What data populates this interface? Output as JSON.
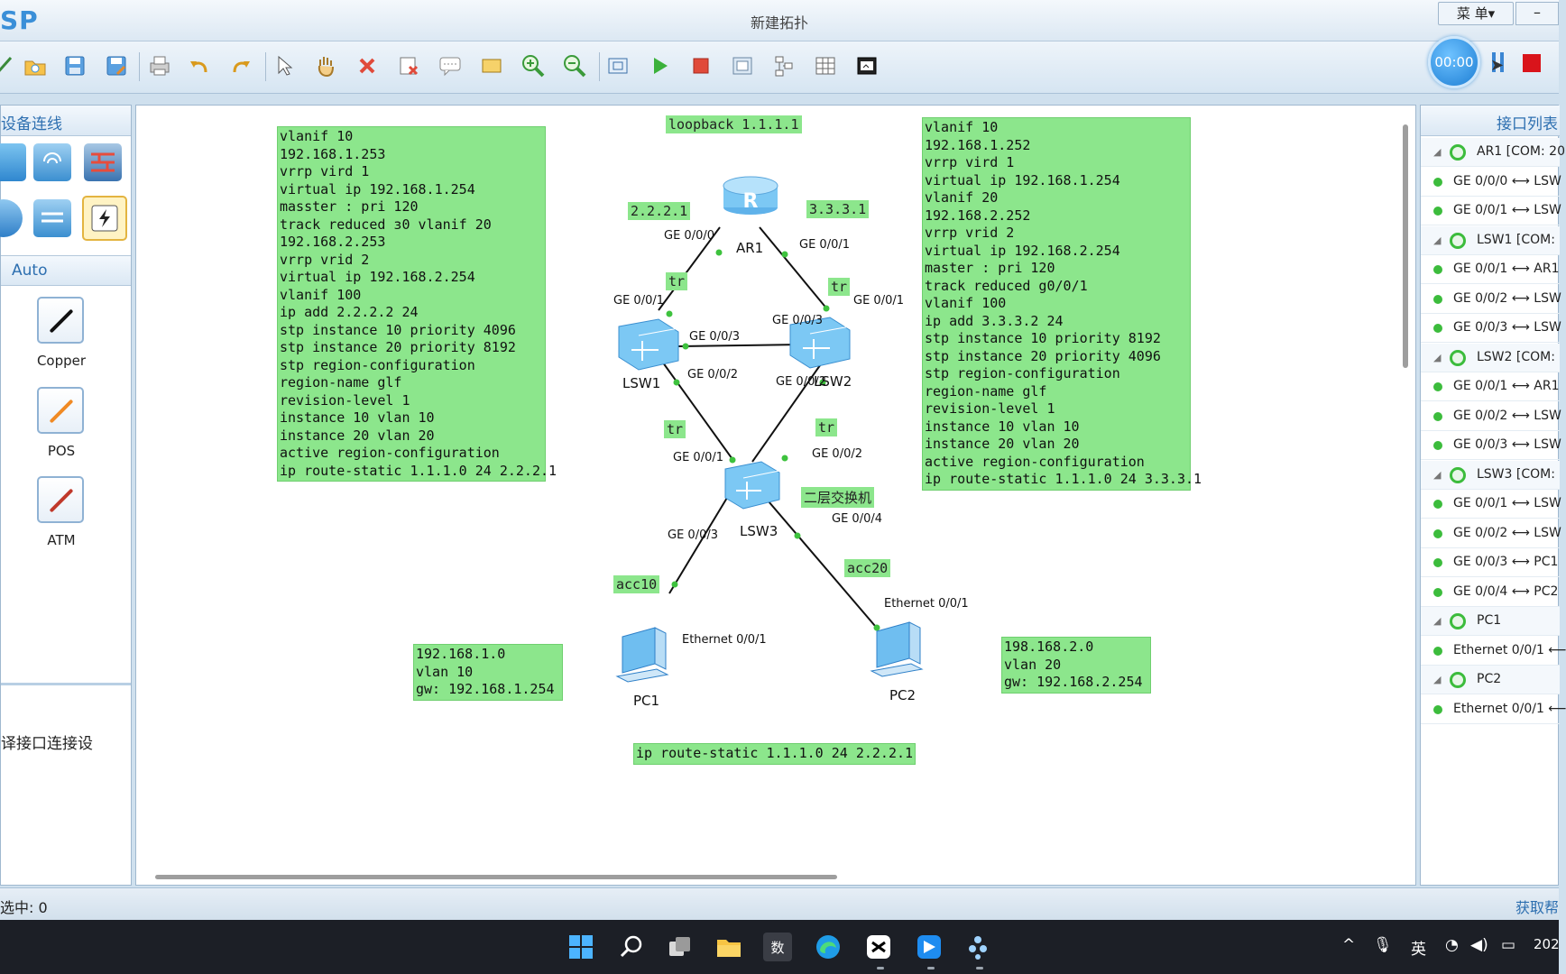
{
  "app": {
    "logo": "SP",
    "window_title": "新建拓扑",
    "menu_label": "菜 单▾",
    "minimize_label": "–"
  },
  "recorder": {
    "time": "00:00"
  },
  "toolbar": {
    "icons": [
      "connect-icon",
      "open-folder-icon",
      "save-icon",
      "save-as-icon",
      "print-icon",
      "undo-icon",
      "redo-icon",
      "select-pointer-icon",
      "pan-hand-icon",
      "delete-icon",
      "delete-link-icon",
      "text-note-icon",
      "rectangle-icon",
      "zoom-in-icon",
      "zoom-out-icon",
      "fit-topology-icon",
      "start-devices-icon",
      "stop-devices-icon",
      "capture-icon",
      "topology-icon",
      "table-icon",
      "screenshot-icon"
    ]
  },
  "left_panel": {
    "title": "设备连线",
    "auto_label": "Auto",
    "cables": [
      {
        "label": "Copper",
        "color": "#111111"
      },
      {
        "label": "POS",
        "color": "#f08a24"
      },
      {
        "label": "ATM",
        "color": "#c0392b"
      }
    ],
    "info_text": "译接口连接设"
  },
  "canvas": {
    "notes": {
      "lsw1_config": "vlanif 10\n192.168.1.253\nvrrp vird 1\nvirtual ip 192.168.1.254\nmasster : pri 120\ntrack reduced з0 vlanif 20\n192.168.2.253\nvrrp vrid 2\nvirtual ip 192.168.2.254\nvlanif 100\nip add 2.2.2.2 24\nstp instance 10 priority 4096\nstp instance 20 priority 8192\nstp region-configuration\nregion-name glf\nrevision-level 1\ninstance 10 vlan 10\ninstance 20 vlan 20\nactive region-configuration\nip route-static 1.1.1.0 24 2.2.2.1",
      "lsw2_config": "vlanif 10\n192.168.1.252\nvrrp vird 1\nvirtual ip 192.168.1.254\nvlanif 20\n192.168.2.252\nvrrp vrid 2\nvirtual ip 192.168.2.254\nmaster : pri 120\ntrack reduced g0/0/1\nvlanif 100\nip add 3.3.3.2 24\nstp instance 10 priority 8192\nstp instance 20 priority 4096\nstp region-configuration\nregion-name glf\nrevision-level 1\ninstance 10 vlan 10\ninstance 20 vlan 20\nactive region-configuration\nip route-static 1.1.1.0 24 3.3.3.1",
      "pc1_config": "192.168.1.0\nvlan 10\ngw: 192.168.1.254",
      "pc2_config": "198.168.2.0\nvlan 20\ngw: 192.168.2.254",
      "bottom_route": "ip route-static 1.1.1.0 24 2.2.2.1"
    },
    "labels": {
      "loopback": "loopback 1.1.1.1",
      "ip_left": "2.2.2.1",
      "ip_right": "3.3.3.1",
      "tr": "tr",
      "acc10": "acc10",
      "acc20": "acc20",
      "l2switch": "二层交换机"
    },
    "devices": {
      "ar1": "AR1",
      "lsw1": "LSW1",
      "lsw2": "LSW2",
      "lsw3": "LSW3",
      "pc1": "PC1",
      "pc2": "PC2"
    },
    "ports": {
      "ge000": "GE 0/0/0",
      "ge001": "GE 0/0/1",
      "ge002": "GE 0/0/2",
      "ge003": "GE 0/0/3",
      "ge004": "GE 0/0/4",
      "eth001": "Ethernet 0/0/1"
    }
  },
  "right_panel": {
    "title": "接口列表",
    "rows": [
      {
        "type": "device",
        "text": "AR1 [COM: 20"
      },
      {
        "type": "port",
        "text": "GE 0/0/0  ⟷  LSW"
      },
      {
        "type": "port",
        "text": "GE 0/0/1  ⟷  LSW"
      },
      {
        "type": "device",
        "text": "LSW1 [COM: "
      },
      {
        "type": "port",
        "text": "GE 0/0/1  ⟷  AR1"
      },
      {
        "type": "port",
        "text": "GE 0/0/2  ⟷  LSW"
      },
      {
        "type": "port",
        "text": "GE 0/0/3  ⟷  LSW"
      },
      {
        "type": "device",
        "text": "LSW2 [COM: "
      },
      {
        "type": "port",
        "text": "GE 0/0/1  ⟷  AR1"
      },
      {
        "type": "port",
        "text": "GE 0/0/2  ⟷  LSW"
      },
      {
        "type": "port",
        "text": "GE 0/0/3  ⟷  LSW"
      },
      {
        "type": "device",
        "text": "LSW3 [COM: "
      },
      {
        "type": "port",
        "text": "GE 0/0/1  ⟷  LSW"
      },
      {
        "type": "port",
        "text": "GE 0/0/2  ⟷  LSW"
      },
      {
        "type": "port",
        "text": "GE 0/0/3  ⟷  PC1"
      },
      {
        "type": "port",
        "text": "GE 0/0/4  ⟷  PC2"
      },
      {
        "type": "device",
        "text": "PC1"
      },
      {
        "type": "port",
        "text": "Ethernet 0/0/1  ⟵"
      },
      {
        "type": "device",
        "text": "PC2"
      },
      {
        "type": "port",
        "text": "Ethernet 0/0/1  ⟵"
      }
    ]
  },
  "statusbar": {
    "left": "选中: 0",
    "right": "获取帮"
  },
  "taskbar": {
    "apps": [
      "start-icon",
      "search-icon",
      "task-view-icon",
      "file-explorer-icon",
      "数",
      "edge-icon",
      "capcut-icon",
      "feishu-icon",
      "ensp-icon"
    ],
    "tray": {
      "ime": "英",
      "clock": "202"
    }
  }
}
